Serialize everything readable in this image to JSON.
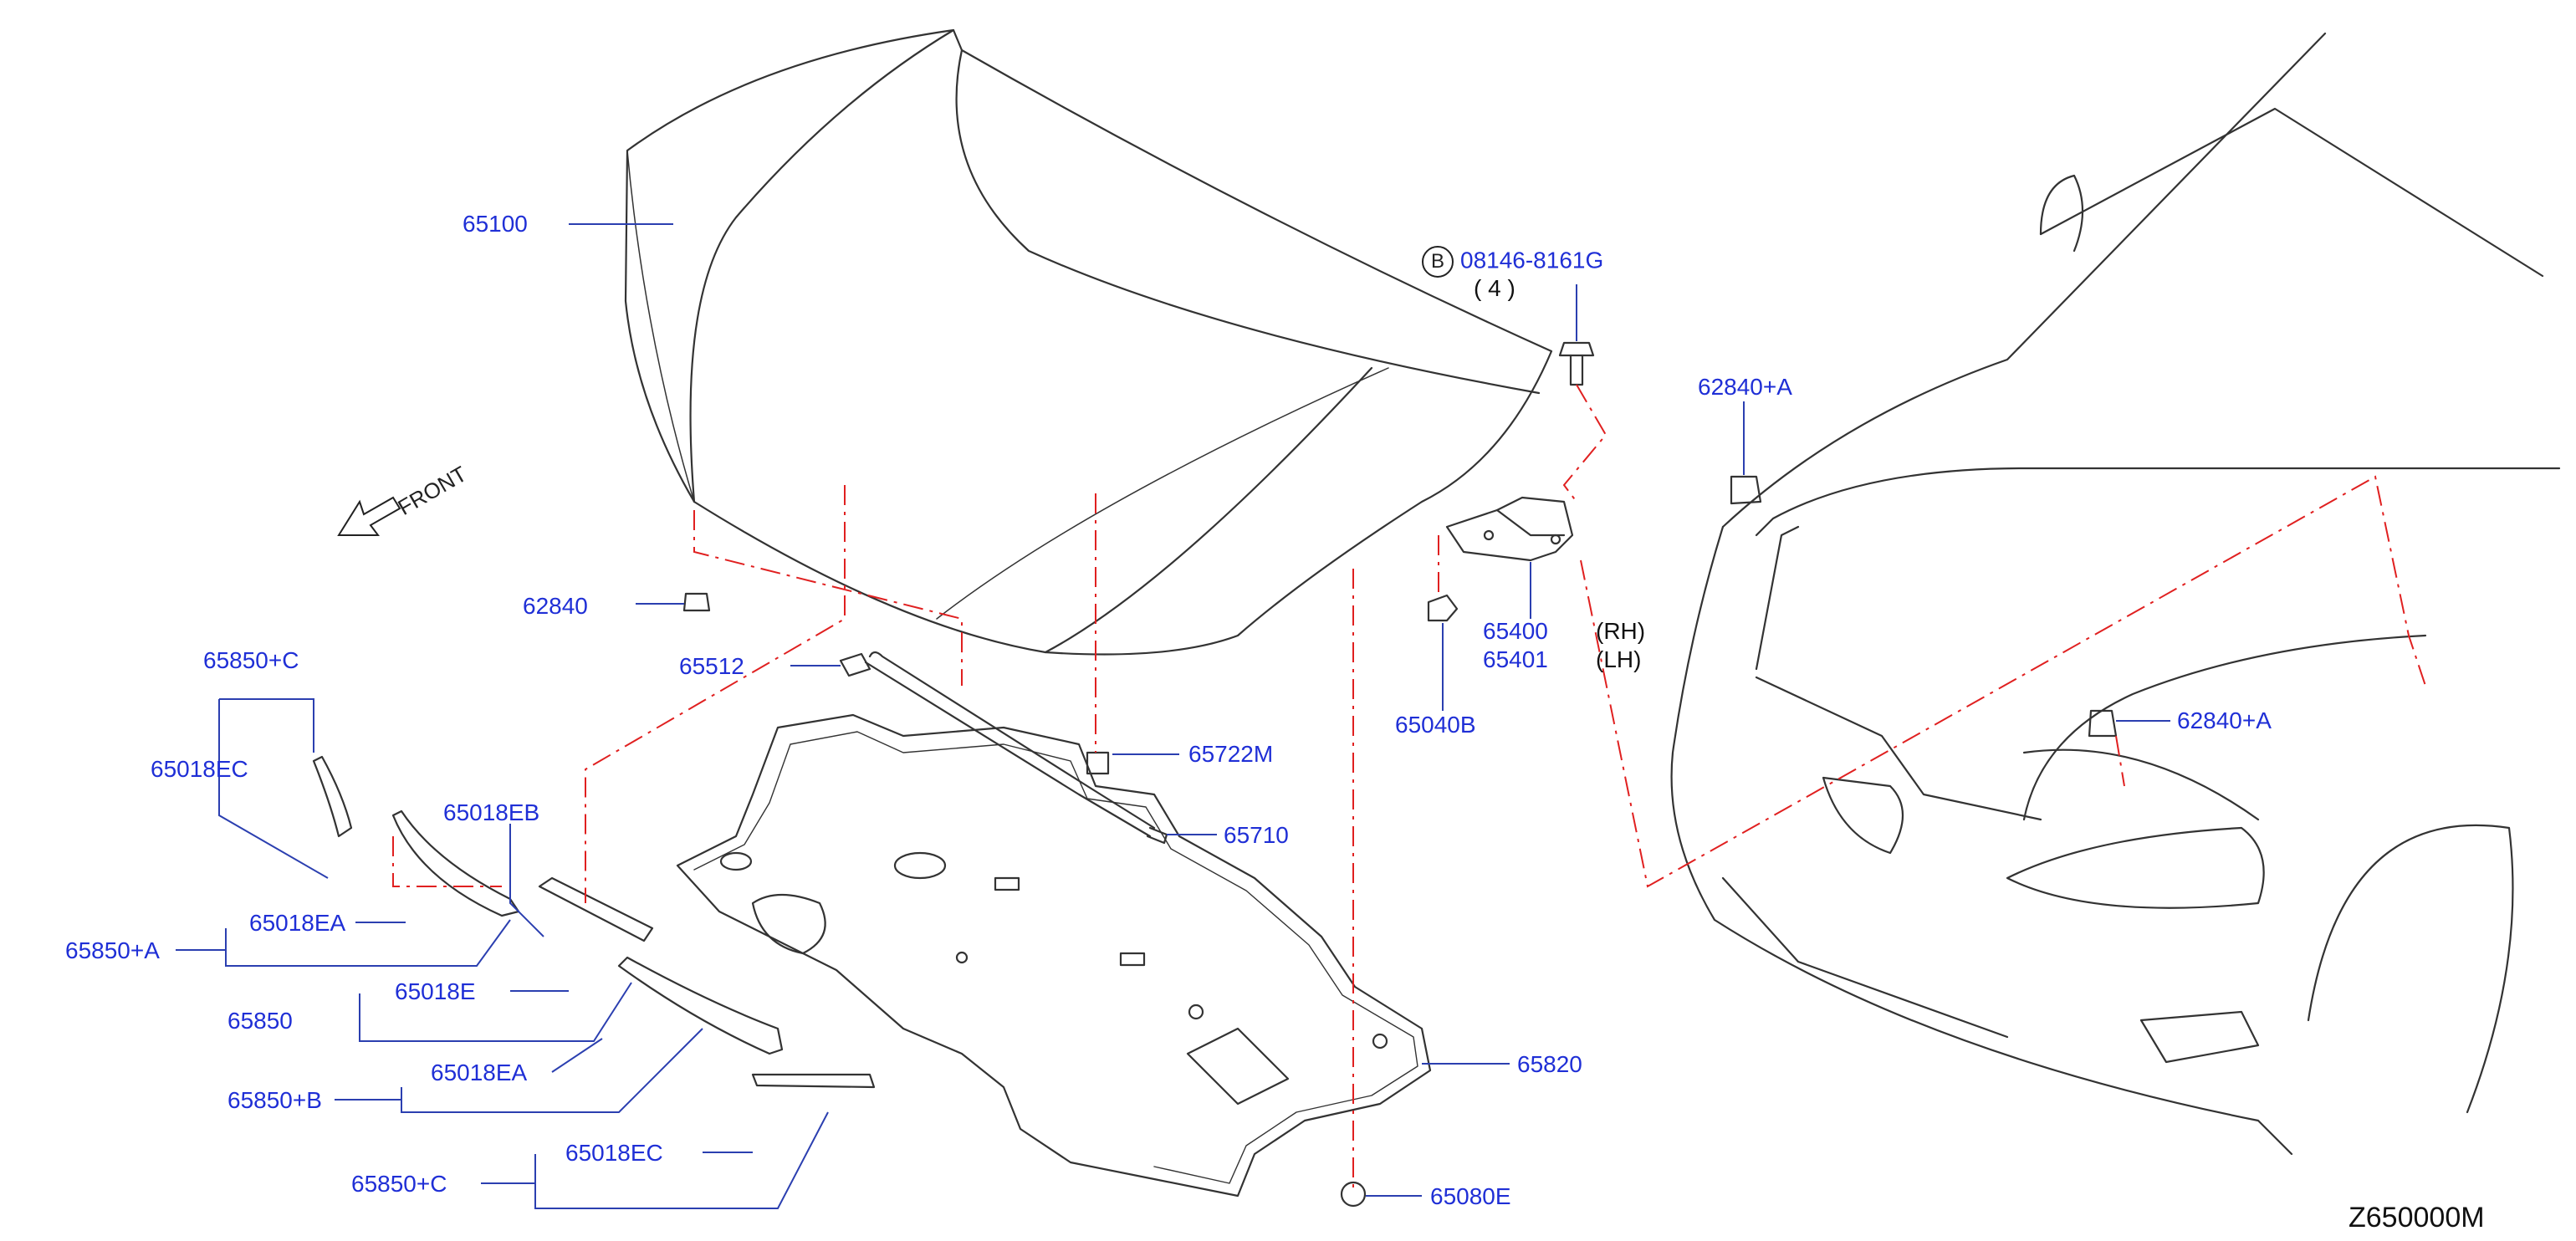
{
  "diagram": {
    "title": "",
    "code": "Z650000M",
    "front_label": "FRONT",
    "bolt_marker": "B",
    "bolt_qty": "(  4  )",
    "rh": "(RH)",
    "lh": "(LH)"
  },
  "parts": {
    "p65100": "65100",
    "p62840": "62840",
    "p62840a_top": "62840+A",
    "p62840a_right": "62840+A",
    "p08146": "08146-8161G",
    "p65400": "65400",
    "p65401": "65401",
    "p65040b": "65040B",
    "p65512": "65512",
    "p65722m": "65722M",
    "p65710": "65710",
    "p65820": "65820",
    "p65080e": "65080E",
    "p65850c_top": "65850+C",
    "p65018ec_top": "65018EC",
    "p65018eb": "65018EB",
    "p65850a": "65850+A",
    "p65018ea_top": "65018EA",
    "p65850": "65850",
    "p65018e": "65018E",
    "p65850b": "65850+B",
    "p65018ea_bottom": "65018EA",
    "p65850c_bottom": "65850+C",
    "p65018ec_bottom": "65018EC"
  },
  "colors": {
    "label": "#1f2fd6",
    "line_art": "#333333",
    "leader": "#2b3fb0",
    "centerline": "#e02020"
  }
}
